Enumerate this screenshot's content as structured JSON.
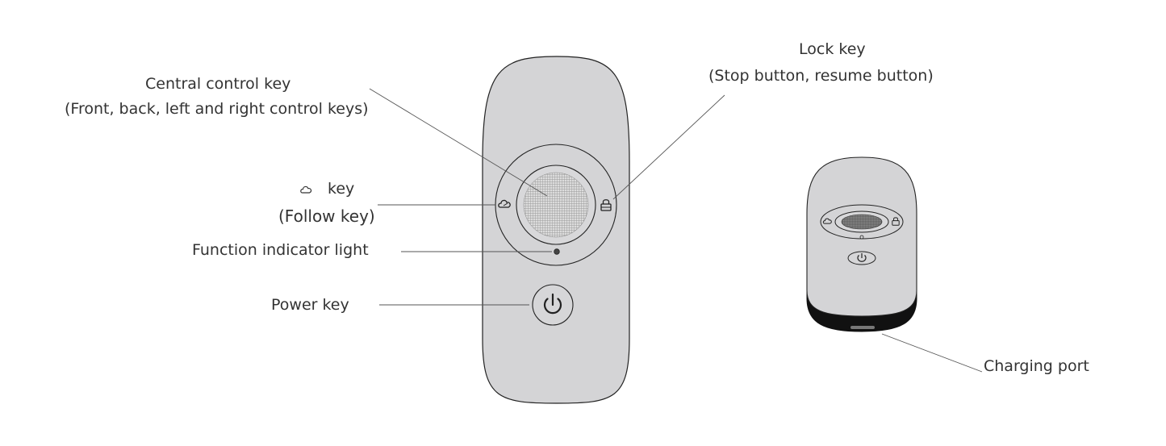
{
  "labels": {
    "central_key_title": "Central control key",
    "central_key_detail": "(Front, back, left and right control keys)",
    "lock_key_title": "Lock key",
    "lock_key_detail": "(Stop button, resume button)",
    "follow_key_title": "key",
    "follow_key_detail": "(Follow key)",
    "indicator_light": "Function indicator light",
    "power_key": "Power key",
    "charging_port": "Charging port"
  },
  "icons": {
    "follow": "follow-cloud-icon",
    "lock": "lock-icon",
    "power": "power-icon"
  },
  "colors": {
    "body": "#d4d4d6",
    "outline": "#222222",
    "mesh": "#9a9a9a",
    "base": "#111111",
    "leader": "#555555"
  }
}
